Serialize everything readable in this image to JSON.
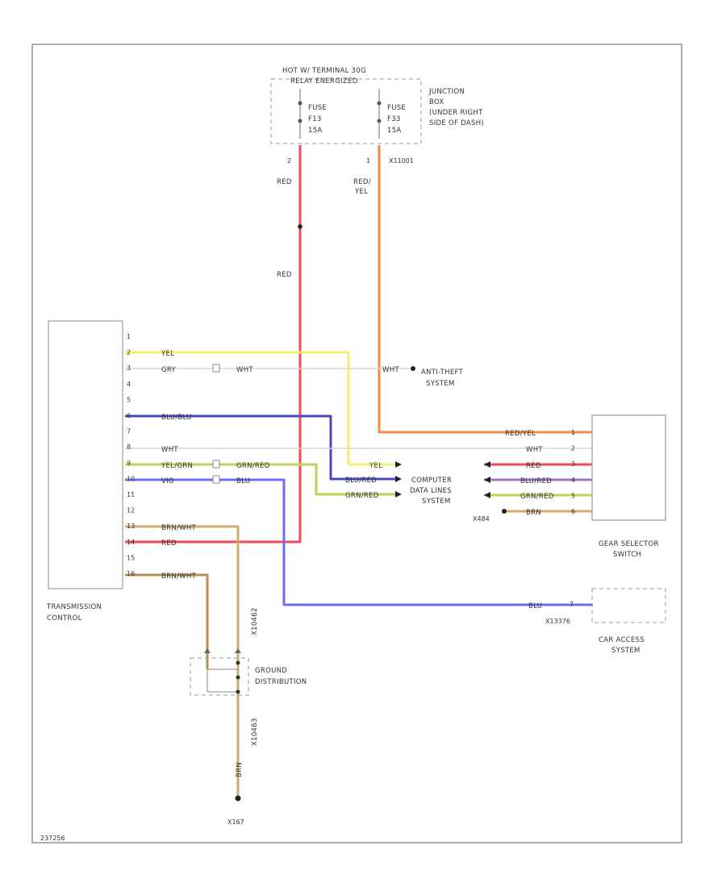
{
  "colors": {
    "red": "#f04a55",
    "orange": "#f28a4a",
    "yellow": "#f5f06a",
    "gray": "#d8d8d8",
    "blue": "#4a47c0",
    "light_blue": "#6e6cf0",
    "green_yellow": "#b9d65a",
    "pink": "#f08cf0",
    "tan": "#d2ad6a",
    "brown": "#b88f4d",
    "purple": "#9678c8"
  },
  "power": {
    "hot_label": "HOT W/ TERMINAL 30G",
    "relay_label": "RELAY ENERGIZED",
    "fuses": [
      {
        "line1": "FUSE",
        "line2": "F13",
        "line3": "15A",
        "pin_out": "2"
      },
      {
        "line1": "FUSE",
        "line2": "F33",
        "line3": "15A",
        "pin_out": "1"
      }
    ],
    "junction_box": [
      "JUNCTION",
      "BOX",
      "(UNDER RIGHT",
      "SIDE OF DASH)"
    ],
    "connector_id": "X11001"
  },
  "wires": {
    "red_upper": "RED",
    "red_lower": "RED",
    "red_yel_1": "RED/",
    "red_yel_2": "YEL",
    "yel": "YEL",
    "gry": "GRY",
    "wht": "WHT",
    "wht_end": "WHT",
    "blu_blu": "BLU/BLU",
    "wht_gear": "WHT",
    "yel_grn": "YEL/GRN",
    "grn_red": "GRN/RED",
    "vio": "VIO",
    "blu": "BLU",
    "yel_cds": "YEL",
    "blu_red_cds": "BLU/RED",
    "grn_red_cds": "GRN/RED",
    "brn_wht_1": "BRN/WHT",
    "brn_wht_2": "BRN/WHT",
    "red_pin14": "RED",
    "red_yel_gs": "RED/YEL",
    "red_gs": "RED",
    "blu_red_gs": "BLU/RED",
    "grn_red_gs": "GRN/RED",
    "brn_gs": "BRN",
    "blu_car": "BLU",
    "gnd_up": "X10462",
    "gnd_down": "X10463",
    "brn_gnd": "BRN"
  },
  "components": {
    "tcm_line1": "TRANSMISSION",
    "tcm_line2": "CONTROL",
    "anti_theft_1": "ANTI-THEFT",
    "anti_theft_2": "SYSTEM",
    "cds_1": "COMPUTER",
    "cds_2": "DATA LINES",
    "cds_3": "SYSTEM",
    "cds_conn": "X484",
    "gear_1": "GEAR SELECTOR",
    "gear_2": "SWITCH",
    "car_access_1": "CAR ACCESS",
    "car_access_2": "SYSTEM",
    "car_conn": "X13376",
    "ground_1": "GROUND",
    "ground_2": "DISTRIBUTION",
    "ground_point": "X167",
    "footer_id": "237256"
  },
  "tcm_pins": [
    "1",
    "2",
    "3",
    "4",
    "5",
    "6",
    "7",
    "8",
    "9",
    "10",
    "11",
    "12",
    "13",
    "14",
    "15",
    "16"
  ],
  "gear_pins": [
    "1",
    "2",
    "3",
    "4",
    "5",
    "6"
  ],
  "car_pin": "7"
}
